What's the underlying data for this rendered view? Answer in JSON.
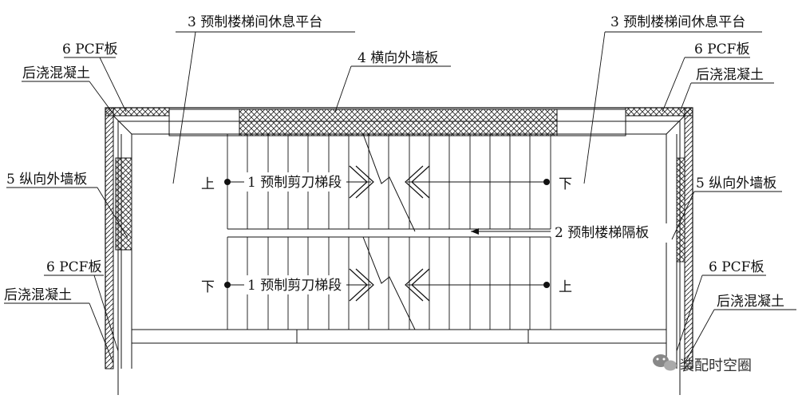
{
  "labels": {
    "landing_left": "3 预制楼梯间休息平台",
    "landing_right": "3 预制楼梯间休息平台",
    "pcf_top_left": "6 PCF板",
    "concrete_top_left": "后浇混凝土",
    "transverse_wall": "4 横向外墙板",
    "pcf_top_right": "6 PCF板",
    "concrete_top_right": "后浇混凝土",
    "long_wall_left": "5 纵向外墙板",
    "long_wall_right": "5 纵向外墙板",
    "pcf_bottom_left": "6 PCF板",
    "concrete_bottom_left": "后浇混凝土",
    "pcf_bottom_right": "6 PCF板",
    "concrete_bottom_right": "后浇混凝土",
    "stair_upper": "1 预制剪刀梯段",
    "stair_lower": "1 预制剪刀梯段",
    "partition": "2 预制楼梯隔板",
    "up_upper_left": "上",
    "down_upper_right": "下",
    "down_lower_left": "下",
    "up_lower_right": "上"
  },
  "watermark": {
    "icon": "wechat-icon",
    "text": "装配时空圈"
  },
  "colors": {
    "line": "#111111",
    "background": "#ffffff"
  }
}
